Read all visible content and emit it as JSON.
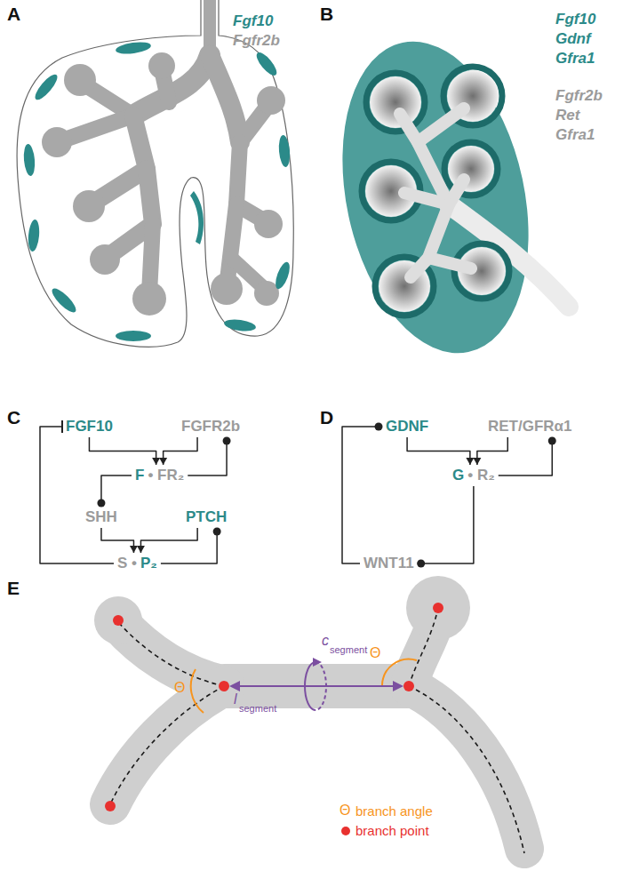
{
  "diagram": {
    "nodes": [
      {
        "text": [
          "FGF10"
        ]
      },
      {
        "text": [
          "FGFR2b"
        ]
      },
      {
        "text": [
          "F",
          "• FR₂"
        ]
      },
      {
        "text": [
          "SHH"
        ]
      },
      {
        "text": [
          "PTCH"
        ]
      },
      {
        "text": [
          "S •",
          "P₂"
        ]
      },
      {
        "text": [
          "GDNF"
        ]
      },
      {
        "text": [
          "RET/GFRα1"
        ]
      },
      {
        "text": [
          "G",
          "• R₂"
        ]
      },
      {
        "text": [
          "WNT11"
        ]
      }
    ],
    "edges": [
      {
        "from": 0,
        "to": 2,
        "arrow": "to"
      },
      {
        "from": 1,
        "to": 2,
        "arrow": "to"
      },
      {
        "from": 2,
        "to": 1,
        "arrow": "to"
      },
      {
        "from": 2,
        "to": 3,
        "arrow": "to"
      },
      {
        "from": 3,
        "to": 5,
        "arrow": "to"
      },
      {
        "from": 4,
        "to": 5,
        "arrow": "to"
      },
      {
        "from": 5,
        "to": 4,
        "arrow": "to"
      },
      {
        "from": 5,
        "to": 0,
        "arrow": "to"
      },
      {
        "from": 6,
        "to": 8,
        "arrow": "to"
      },
      {
        "from": 7,
        "to": 8,
        "arrow": "to"
      },
      {
        "from": 8,
        "to": 7,
        "arrow": "to"
      },
      {
        "from": 8,
        "to": 9,
        "arrow": "to"
      },
      {
        "from": 9,
        "to": 6,
        "arrow": "to"
      }
    ],
    "labels": [
      "A",
      "B",
      "C",
      "D",
      "E",
      "Fgf10",
      "Fgfr2b",
      "Fgf10",
      "Gdnf",
      "Gfra1",
      "Fgfr2b",
      "Ret",
      "Gfra1",
      "c",
      "segment",
      "l",
      "segment",
      "Θ",
      "Θ",
      "Θ"
    ],
    "legend": [
      {
        "text": "branch angle"
      },
      {
        "text": "branch point",
        "color": "#e8312f"
      }
    ]
  }
}
